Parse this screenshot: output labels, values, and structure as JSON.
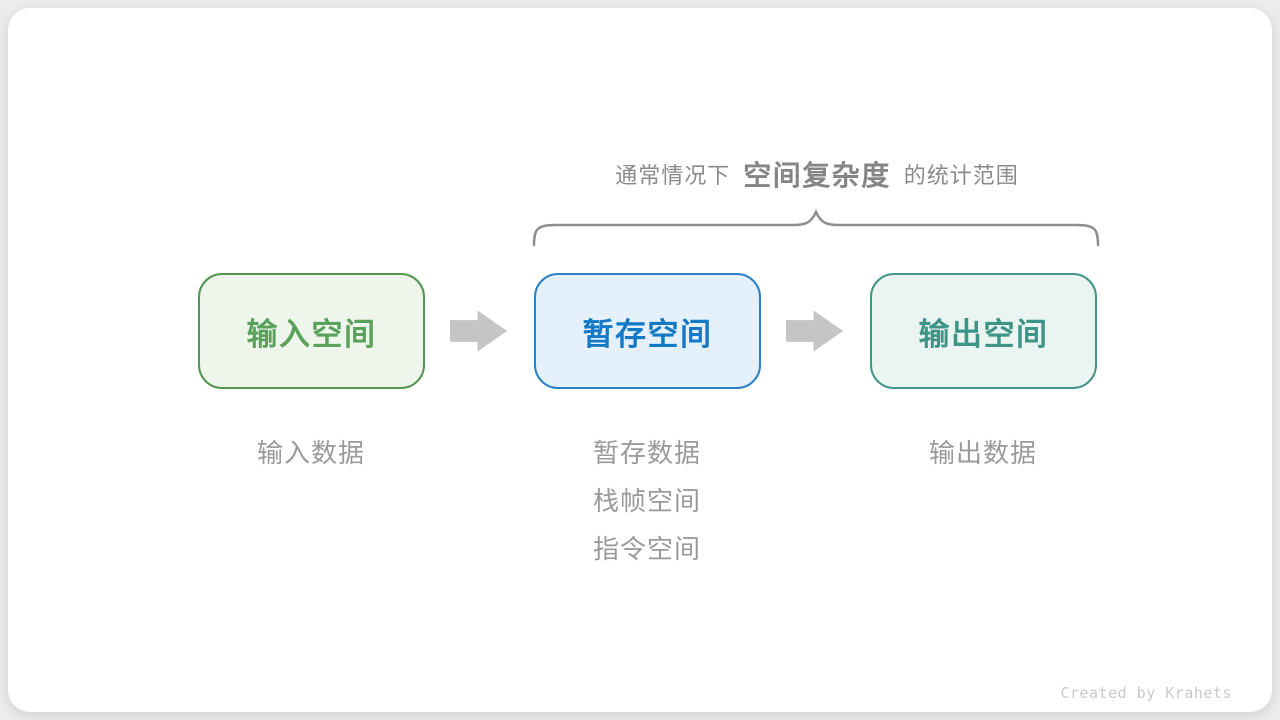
{
  "title": {
    "prefix": "通常情况下",
    "highlight": "空间复杂度",
    "suffix": "的统计范围",
    "color": "#8a8a8a"
  },
  "boxes": [
    {
      "name": "input-space",
      "label": "输入空间",
      "border_color": "#539553",
      "fill_color": "#EEF5EB",
      "text_color": "#5AA25C"
    },
    {
      "name": "temp-space",
      "label": "暂存空间",
      "border_color": "#2B80C6",
      "fill_color": "#E4F0FA",
      "text_color": "#1579C6"
    },
    {
      "name": "output-space",
      "label": "输出空间",
      "border_color": "#45948A",
      "fill_color": "#EAF4F0",
      "text_color": "#3E9487"
    }
  ],
  "notes": {
    "input": [
      "输入数据"
    ],
    "temp": [
      "暂存数据",
      "栈帧空间",
      "指令空间"
    ],
    "output": [
      "输出数据"
    ],
    "color": "#9a9a9a"
  },
  "shapes": {
    "arrow_color": "#C5C5C5",
    "brace_color": "#8F8F8F"
  },
  "footer": {
    "credit": "Created by Krahets",
    "color": "#c9c9c9"
  }
}
